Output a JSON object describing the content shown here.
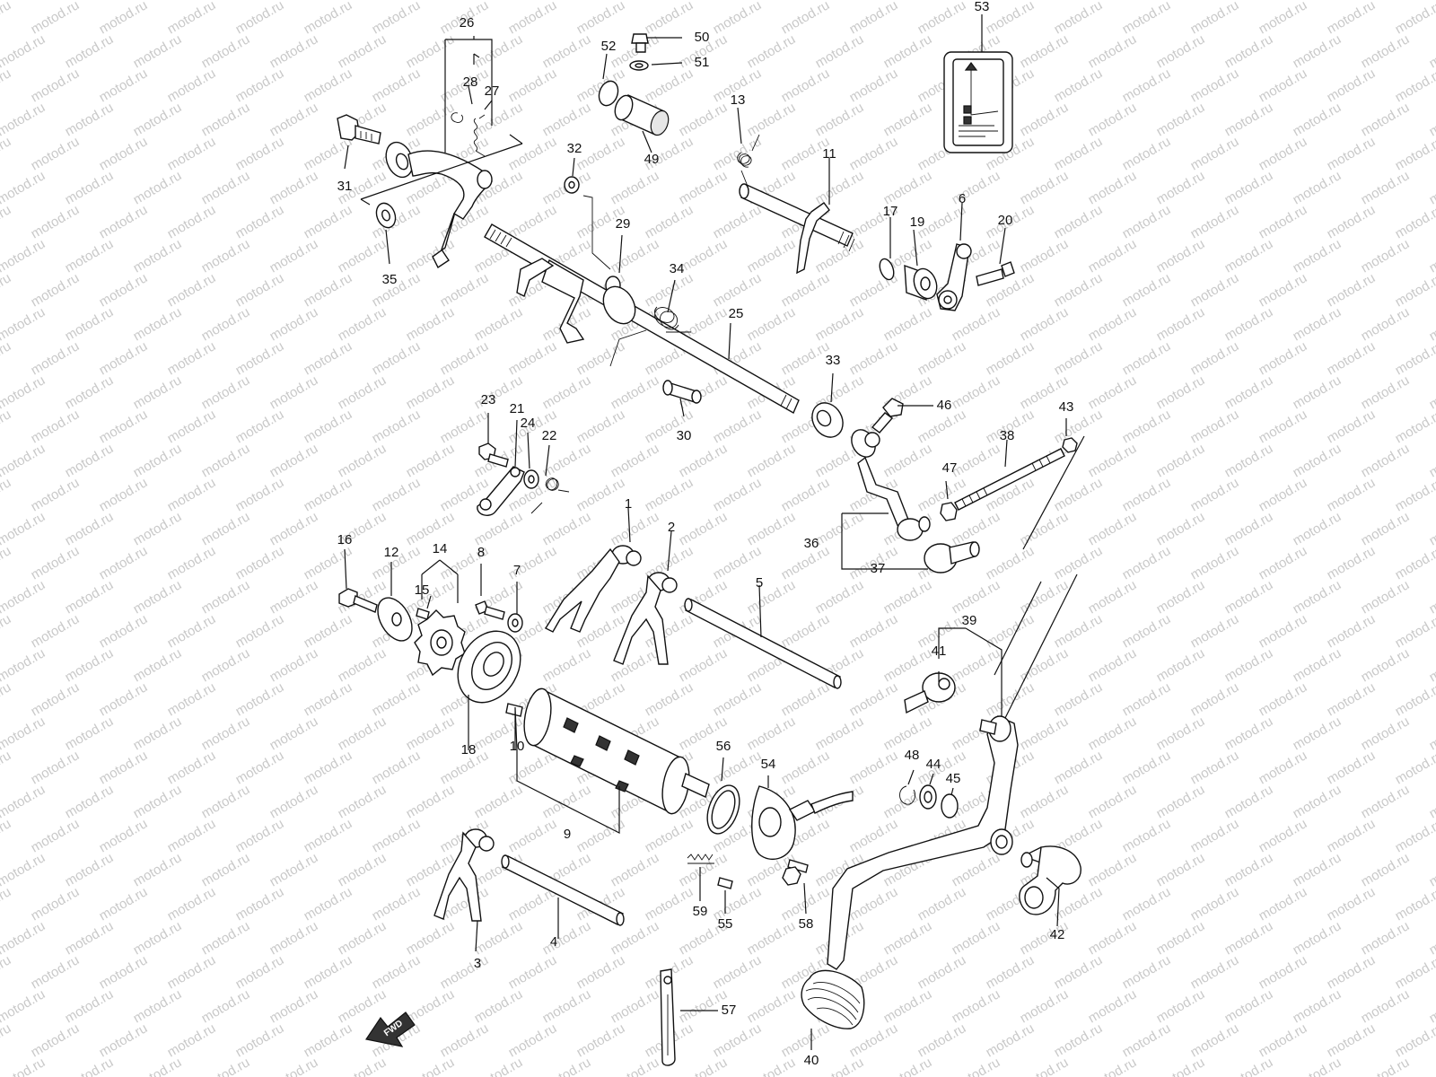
{
  "watermark": "motod.ru",
  "fwd_label": "FWD",
  "labels": [
    "1",
    "2",
    "3",
    "4",
    "5",
    "6",
    "7",
    "8",
    "9",
    "10",
    "11",
    "12",
    "13",
    "14",
    "15",
    "16",
    "17",
    "18",
    "19",
    "20",
    "21",
    "22",
    "23",
    "24",
    "25",
    "26",
    "27",
    "28",
    "29",
    "30",
    "31",
    "32",
    "33",
    "34",
    "35",
    "36",
    "37",
    "38",
    "39",
    "40",
    "41",
    "42",
    "43",
    "44",
    "45",
    "46",
    "47",
    "48",
    "49",
    "50",
    "51",
    "52",
    "53",
    "54",
    "55",
    "56",
    "57",
    "58",
    "59"
  ]
}
